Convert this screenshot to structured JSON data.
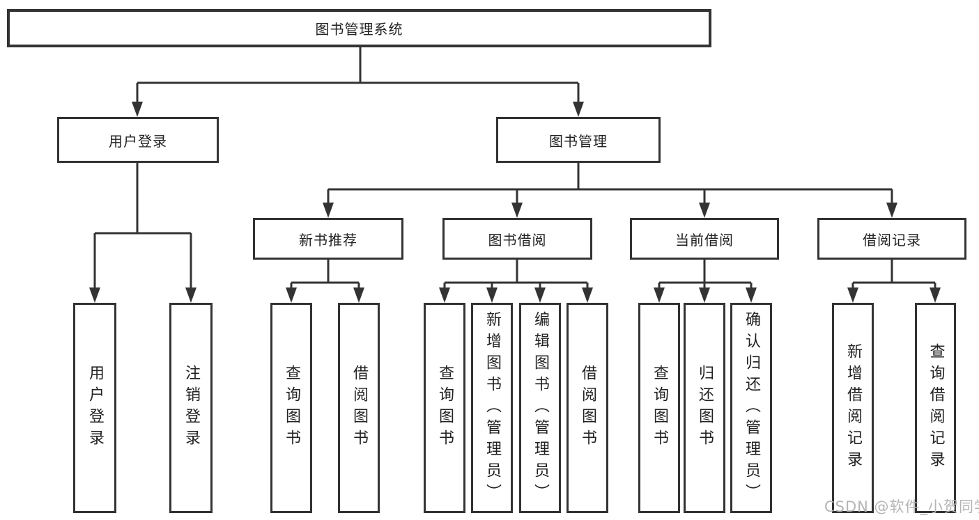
{
  "diagram": {
    "root": {
      "label": "图书管理系统",
      "children": [
        {
          "label": "用户登录",
          "children": [
            {
              "label": "用户登录"
            },
            {
              "label": "注销登录"
            }
          ]
        },
        {
          "label": "图书管理",
          "children": [
            {
              "label": "新书推荐",
              "children": [
                {
                  "label": "查询图书"
                },
                {
                  "label": "借阅图书"
                }
              ]
            },
            {
              "label": "图书借阅",
              "children": [
                {
                  "label": "查询图书"
                },
                {
                  "label": "新增图书（管理员）"
                },
                {
                  "label": "编辑图书（管理员）"
                },
                {
                  "label": "借阅图书"
                }
              ]
            },
            {
              "label": "当前借阅",
              "children": [
                {
                  "label": "查询图书"
                },
                {
                  "label": "归还图书"
                },
                {
                  "label": "确认归还（管理员）"
                }
              ]
            },
            {
              "label": "借阅记录",
              "children": [
                {
                  "label": "新增借阅记录"
                },
                {
                  "label": "查询借阅记录"
                }
              ]
            }
          ]
        }
      ]
    }
  },
  "watermark": {
    "text": "CSDN @软件_小贺同学"
  },
  "colors": {
    "line": "#333333",
    "box_border": "#333333",
    "text": "#222222",
    "watermark_text": "#b5b5b5",
    "background": "#ffffff"
  }
}
